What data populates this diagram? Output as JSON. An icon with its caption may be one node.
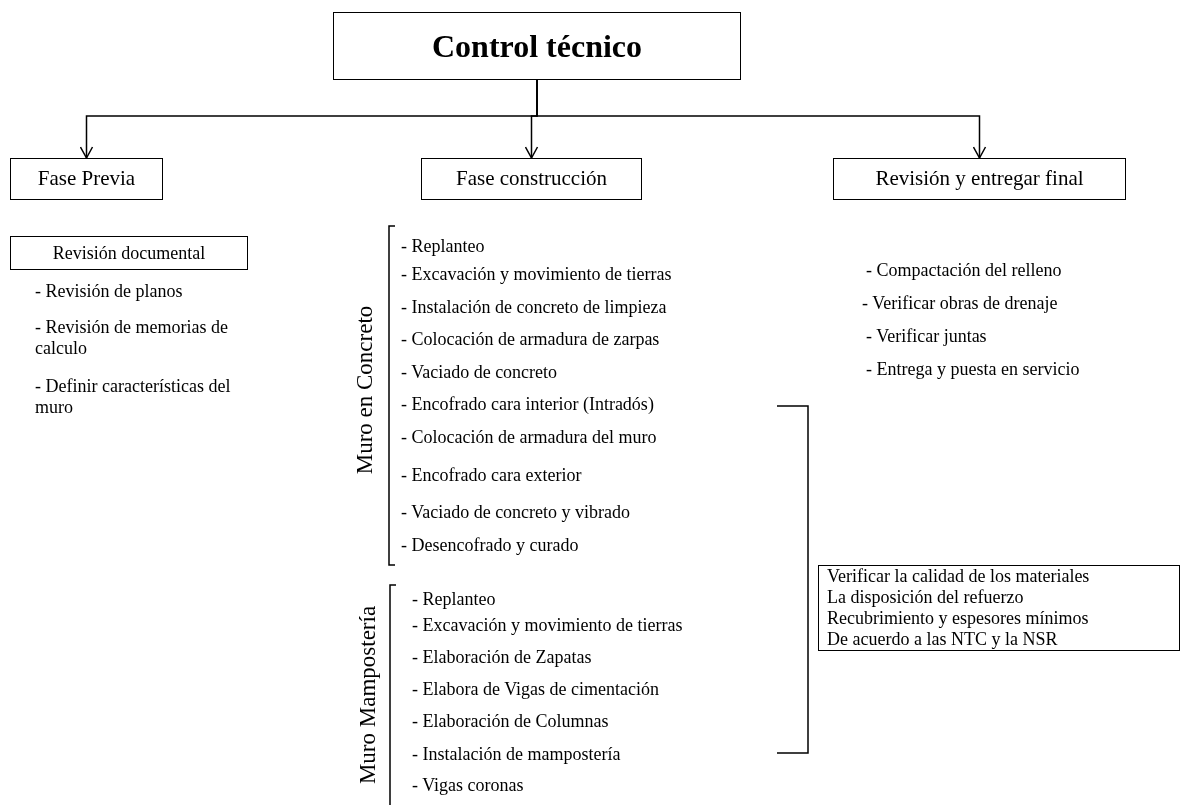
{
  "diagram": {
    "nodes": [
      {
        "text": [
          "Control técnico"
        ]
      },
      {
        "text": [
          "Fase Previa"
        ]
      },
      {
        "text": [
          "Fase construcción"
        ]
      },
      {
        "text": [
          "Revisión y entregar final"
        ]
      },
      {
        "text": [
          "Revisión documental"
        ]
      },
      {
        "text": [
          "Verificar la calidad de los materiales",
          "La disposición del refuerzo",
          "Recubrimiento y espesores mínimos",
          "De acuerdo a las NTC y la NSR"
        ]
      }
    ],
    "edges": [
      {
        "from": 0,
        "to": 1,
        "arrow": "to"
      },
      {
        "from": 0,
        "to": 2,
        "arrow": "to"
      },
      {
        "from": 0,
        "to": 3,
        "arrow": "to"
      }
    ],
    "labels": [
      "- Revisión de planos",
      "- Revisión de memorias de calculo",
      "- Definir características del muro",
      "Muro en Concreto",
      "- Replanteo",
      "- Excavación y movimiento de tierras",
      "- Instalación de concreto de limpieza",
      "- Colocación de armadura de zarpas",
      "- Vaciado de concreto",
      "- Encofrado cara interior (Intradós)",
      "- Colocación de armadura del muro",
      "- Encofrado cara exterior",
      "- Vaciado de concreto y vibrado",
      "- Desencofrado y curado",
      "Muro Mampostería",
      "- Replanteo",
      "- Excavación y movimiento de tierras",
      "- Elaboración de Zapatas",
      "- Elabora de Vigas de cimentación",
      "- Elaboración de Columnas",
      "- Instalación de mampostería",
      "- Vigas coronas",
      "- Compactación del relleno",
      "- Verificar obras de drenaje",
      "- Verificar juntas",
      "- Entrega y puesta en servicio"
    ]
  }
}
